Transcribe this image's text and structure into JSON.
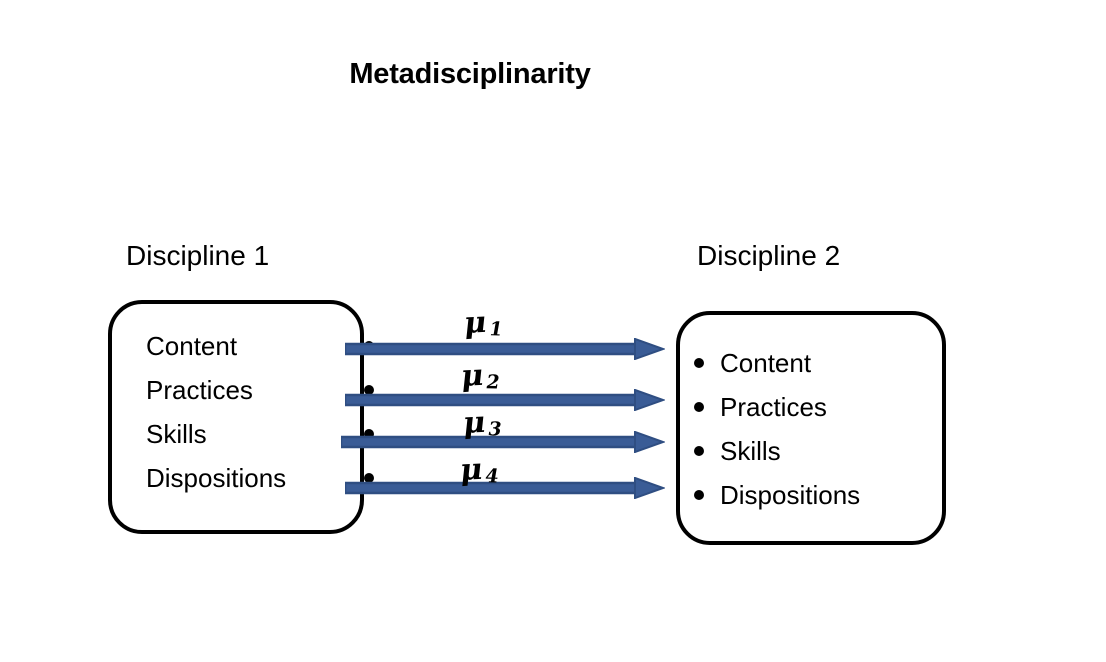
{
  "title": "Metadisciplinarity",
  "colors": {
    "arrow_fill": "#3a5c96",
    "arrow_edge": "#2f4e82",
    "box_stroke": "#000000",
    "text": "#000000",
    "background": "#ffffff"
  },
  "left_panel": {
    "caption": "Discipline 1",
    "items": [
      {
        "label": "Content"
      },
      {
        "label": "Practices"
      },
      {
        "label": "Skills"
      },
      {
        "label": "Dispositions"
      }
    ]
  },
  "right_panel": {
    "caption": "Discipline 2",
    "items": [
      {
        "label": "Content"
      },
      {
        "label": "Practices"
      },
      {
        "label": "Skills"
      },
      {
        "label": "Dispositions"
      }
    ]
  },
  "connections": [
    {
      "symbol": "μ",
      "subscript": "1"
    },
    {
      "symbol": "μ",
      "subscript": "2"
    },
    {
      "symbol": "μ",
      "subscript": "3"
    },
    {
      "symbol": "μ",
      "subscript": "4"
    }
  ]
}
